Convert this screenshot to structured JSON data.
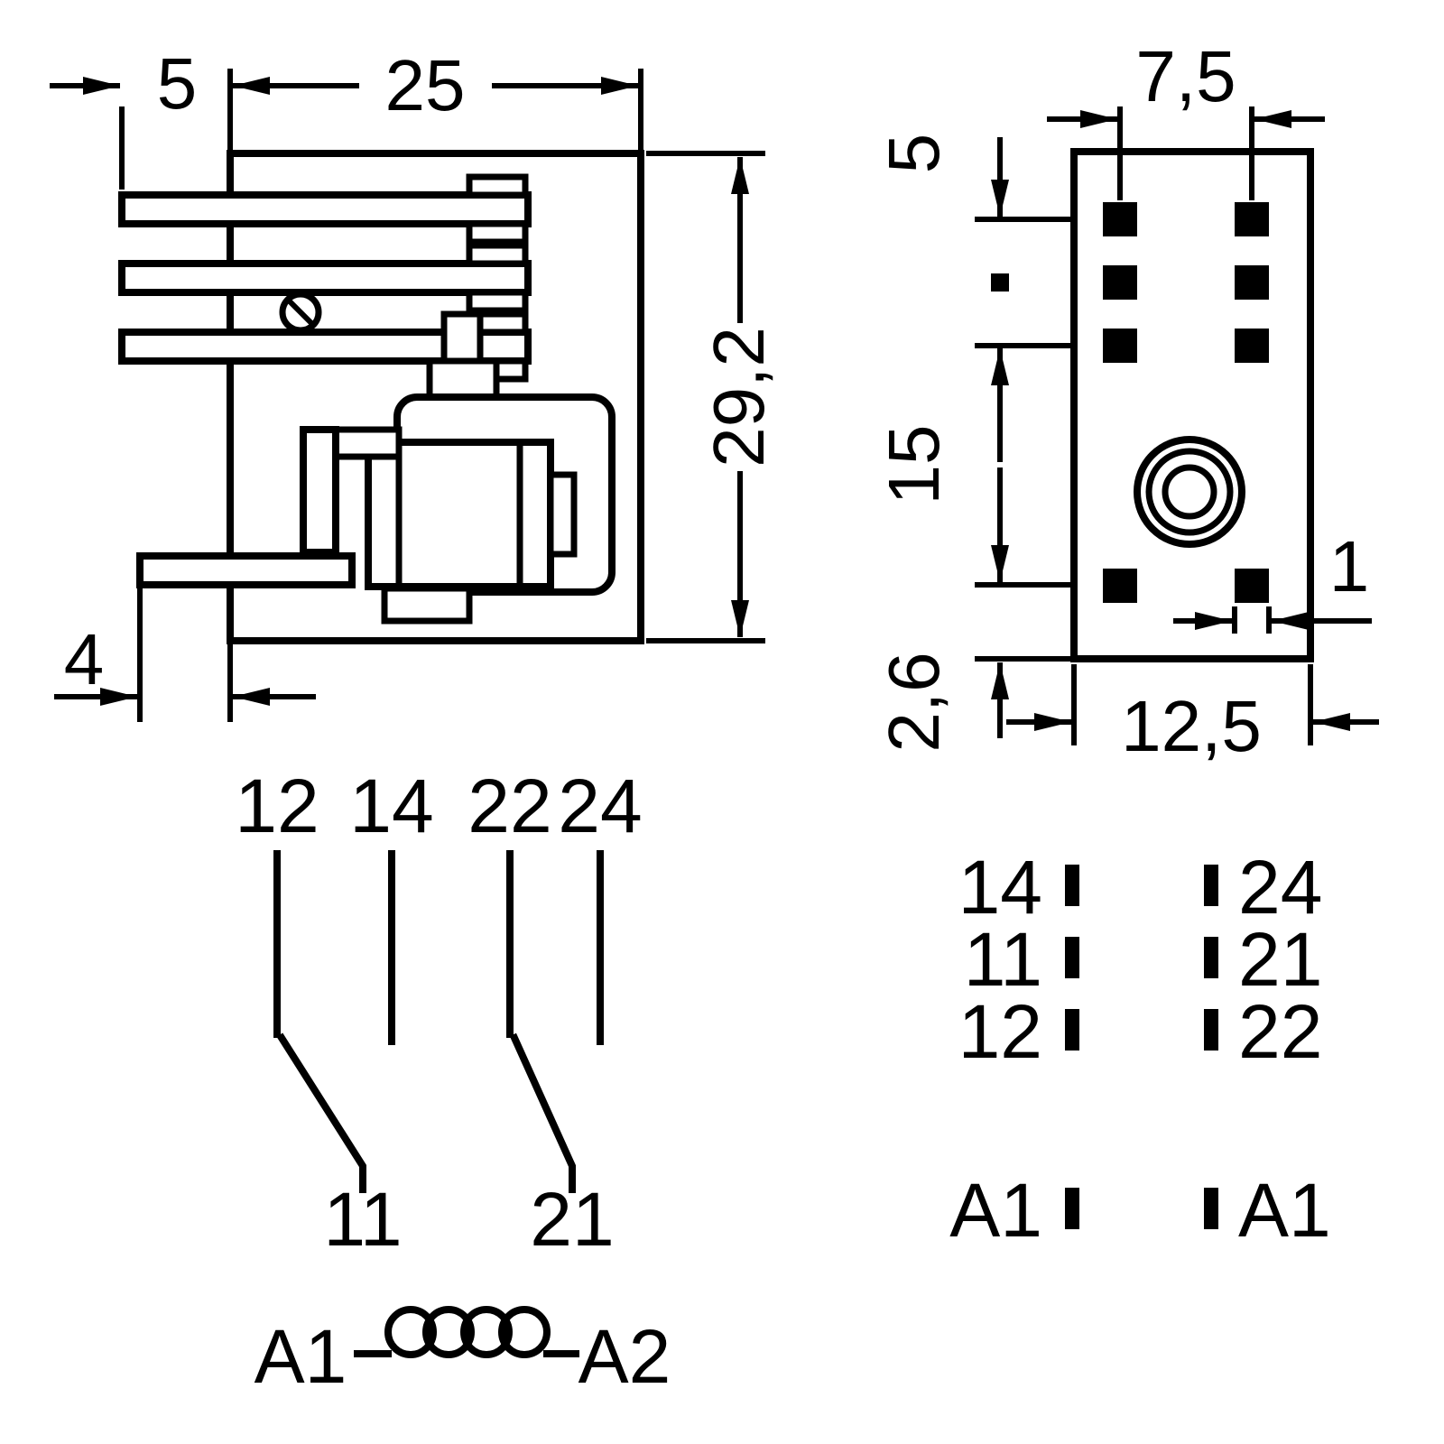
{
  "side_view": {
    "dims": {
      "pin_protrusion_top": "5",
      "body_width": "25",
      "body_height": "29,2",
      "pin_protrusion_bottom": "4"
    }
  },
  "bottom_view": {
    "dims": {
      "pin_column_spacing": "7,5",
      "top_pin_offset": "5",
      "pin_row_span": "15",
      "bottom_pin_offset": "2,6",
      "body_width": "12,5",
      "pin_width": "1"
    }
  },
  "schematic": {
    "top_terminals": [
      "12",
      "14",
      "22",
      "24"
    ],
    "common_terminals": [
      "11",
      "21"
    ],
    "coil": {
      "left": "A1",
      "right": "A2"
    }
  },
  "pinout": {
    "rows": [
      {
        "left": "14",
        "right": "24"
      },
      {
        "left": "11",
        "right": "21"
      },
      {
        "left": "12",
        "right": "22"
      }
    ],
    "coil_row": {
      "left": "A1",
      "right": "A1"
    }
  }
}
